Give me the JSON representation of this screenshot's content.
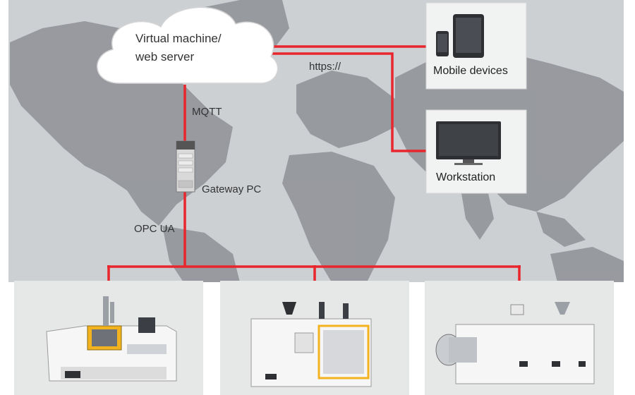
{
  "cloud": {
    "line1": "Virtual machine/",
    "line2": "web server"
  },
  "protocols": {
    "https": "https://",
    "mqtt": "MQTT",
    "opcua": "OPC UA"
  },
  "gateway": {
    "label": "Gateway PC"
  },
  "devices": {
    "mobile": "Mobile devices",
    "workstation": "Workstation"
  },
  "colors": {
    "link": "#e8262c",
    "map_land": "#8f9296",
    "map_sea": "#cbced1",
    "panel": "#eeeeee",
    "machine_accent": "#f2b31f"
  }
}
